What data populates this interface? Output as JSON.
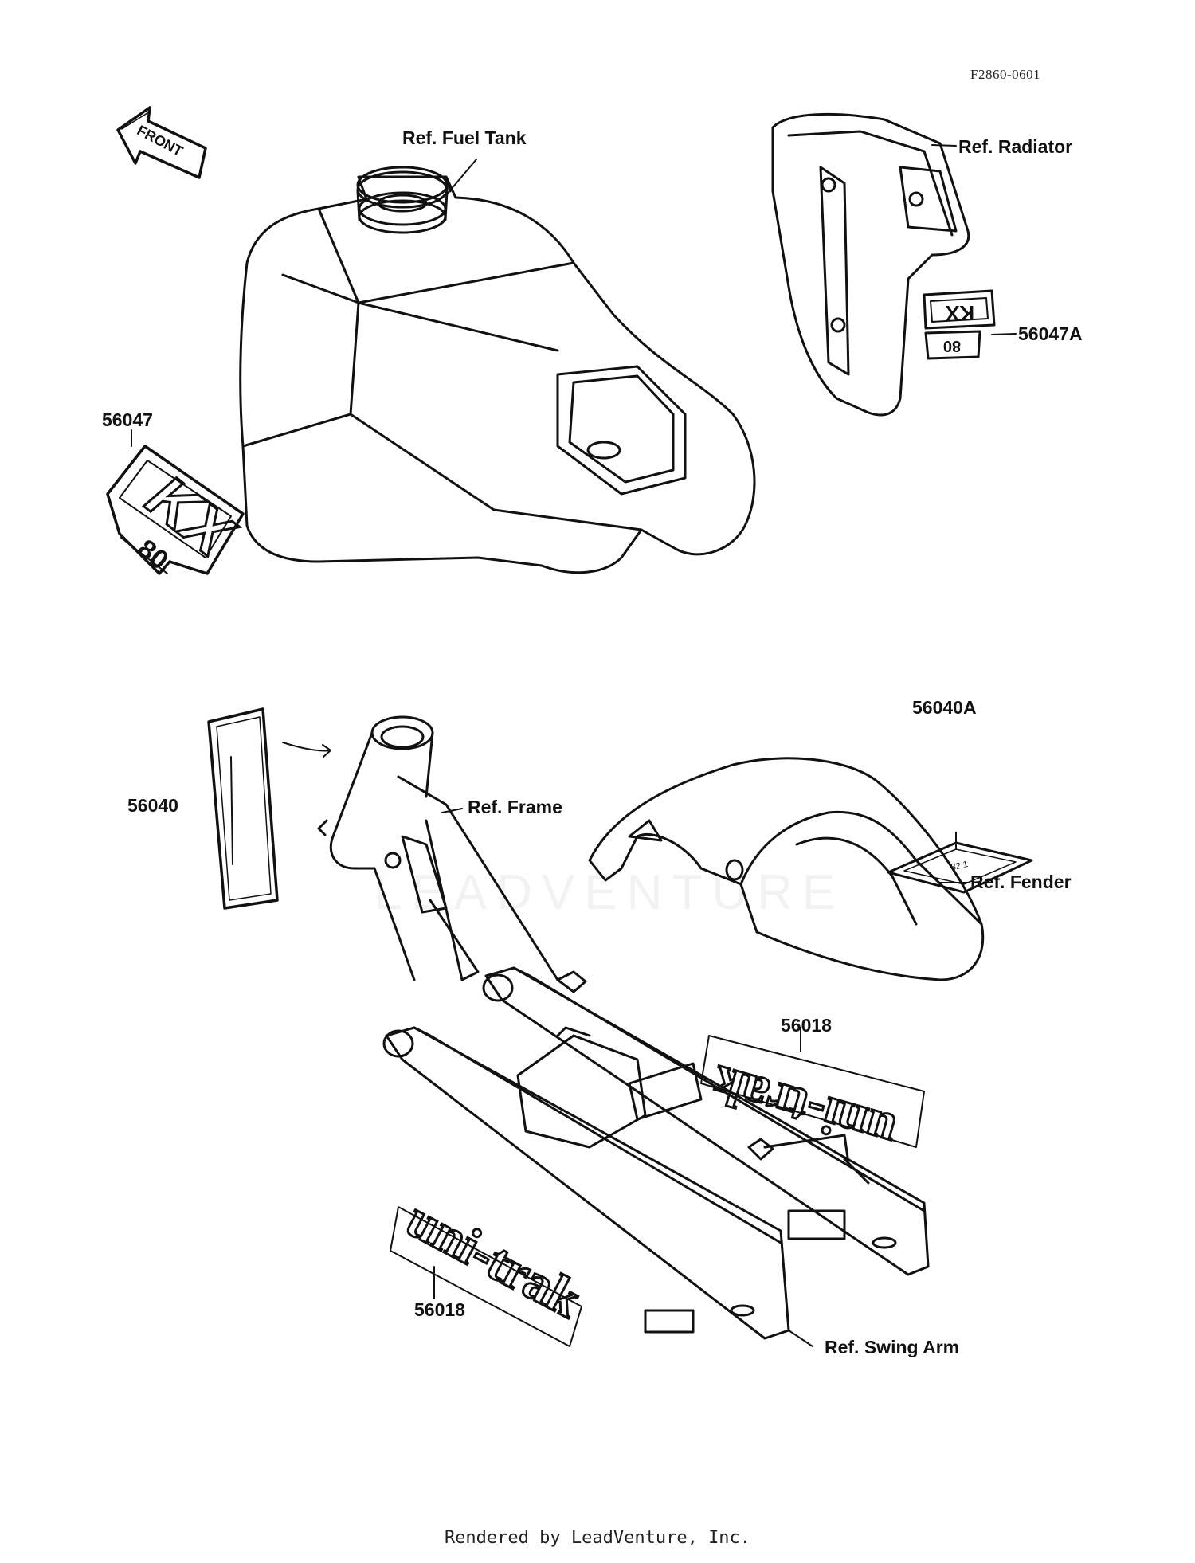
{
  "header": {
    "drawing_code": "F2860-0601"
  },
  "front_arrow": {
    "text": "FRONT"
  },
  "labels": {
    "fuel_tank": "Ref. Fuel Tank",
    "radiator": "Ref. Radiator",
    "frame": "Ref. Frame",
    "fender": "Ref. Fender",
    "swing_arm": "Ref. Swing Arm"
  },
  "parts": {
    "p56047": "56047",
    "p56047a": "56047A",
    "p56040": "56040",
    "p56040a": "56040A",
    "p56018_top": "56018",
    "p56018_bottom": "56018"
  },
  "decals": {
    "kx": "KX",
    "eighty": "80",
    "unitrak": "uni-trak",
    "sticker_numbers": "32   1"
  },
  "watermark": "LEADVENTURE",
  "footer": {
    "rendered_by": "Rendered by LeadVenture, Inc."
  },
  "colors": {
    "ink": "#111111",
    "paper": "#ffffff",
    "watermark": "#e6e6e6"
  }
}
